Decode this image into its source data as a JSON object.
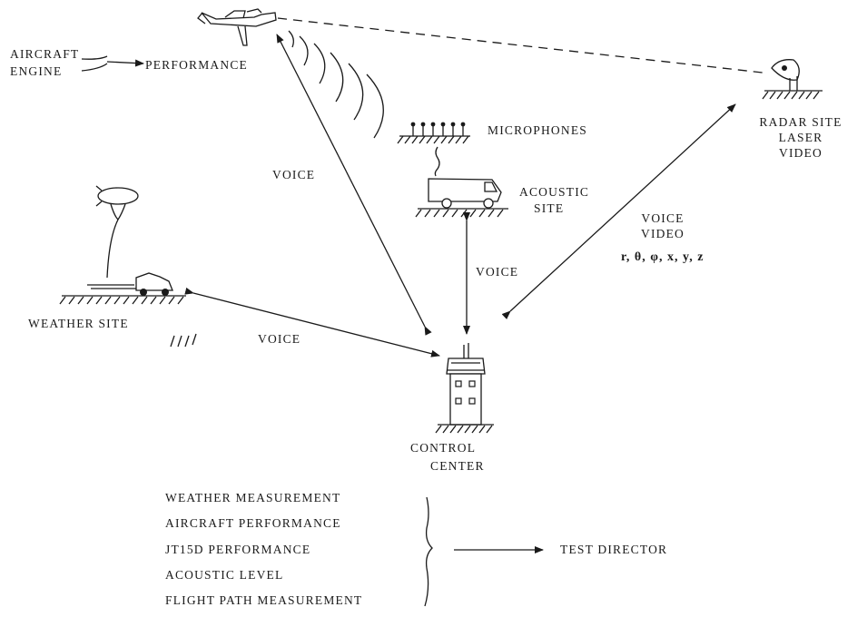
{
  "aircraft_inputs": [
    "AIRCRAFT",
    "ENGINE"
  ],
  "performance_label": "PERFORMANCE",
  "microphones_label": "MICROPHONES",
  "acoustic_site_label": [
    "ACOUSTIC",
    "SITE"
  ],
  "radar_site_label": [
    "RADAR SITE",
    "LASER",
    "VIDEO"
  ],
  "weather_site_label": "WEATHER SITE",
  "control_center_label": [
    "CONTROL",
    "CENTER"
  ],
  "links": {
    "aircraft_to_control": "VOICE",
    "weather_to_control": "VOICE",
    "acoustic_to_control": "VOICE",
    "radar_to_control": [
      "VOICE",
      "VIDEO"
    ],
    "radar_coordinates": "r, θ, φ, x, y, z"
  },
  "measurements": [
    "WEATHER MEASUREMENT",
    "AIRCRAFT PERFORMANCE",
    "JT15D PERFORMANCE",
    "ACOUSTIC LEVEL",
    "FLIGHT PATH MEASUREMENT"
  ],
  "test_director_label": "TEST DIRECTOR"
}
